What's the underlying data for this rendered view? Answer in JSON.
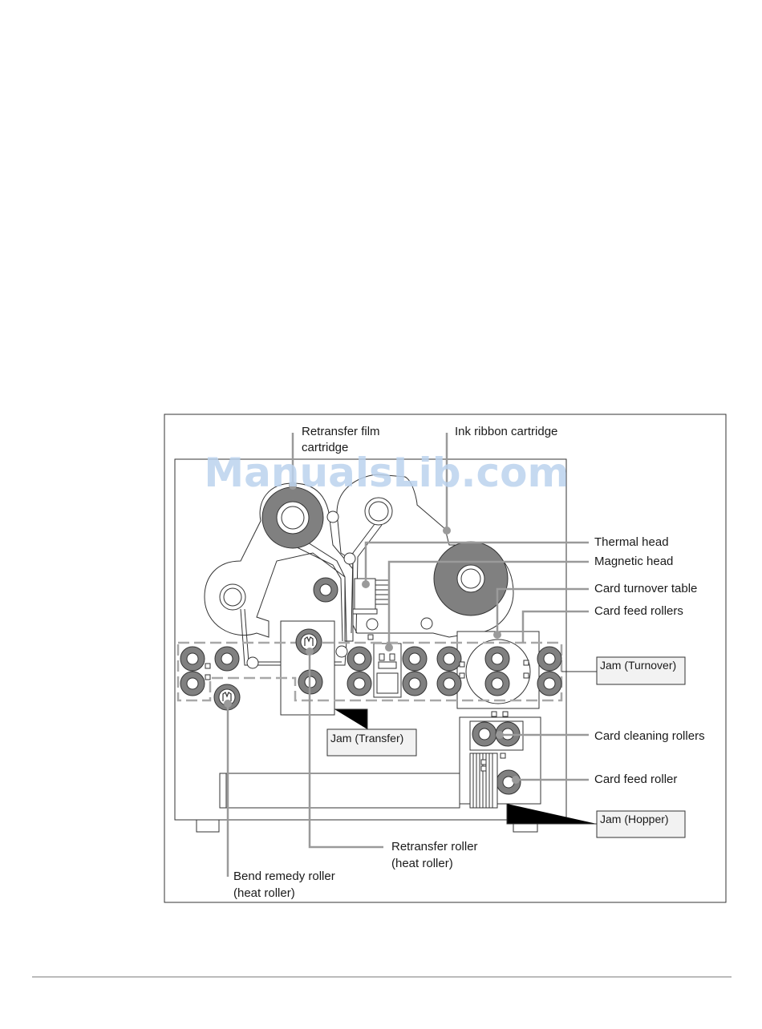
{
  "watermark": "ManualsLib.com",
  "labels": {
    "retransfer_film_cartridge_1": "Retransfer film",
    "retransfer_film_cartridge_2": "cartridge",
    "ink_ribbon_cartridge": "Ink ribbon cartridge",
    "thermal_head": "Thermal head",
    "magnetic_head": "Magnetic head",
    "card_turnover_table": "Card turnover table",
    "card_feed_rollers": "Card feed rollers",
    "card_cleaning_rollers": "Card cleaning rollers",
    "card_feed_roller": "Card feed roller",
    "retransfer_roller_1": "Retransfer roller",
    "retransfer_roller_2": "(heat roller)",
    "bend_remedy_roller_1": "Bend remedy roller",
    "bend_remedy_roller_2": "(heat roller)"
  },
  "jams": {
    "turnover": "Jam (Turnover)",
    "transfer": "Jam (Transfer)",
    "hopper": "Jam (Hopper)"
  },
  "colors": {
    "leader": "#9a9a9a",
    "roller_outer": "#808080",
    "jam_box_fill": "#f2f2f2",
    "watermark": "#bcd3ee"
  }
}
